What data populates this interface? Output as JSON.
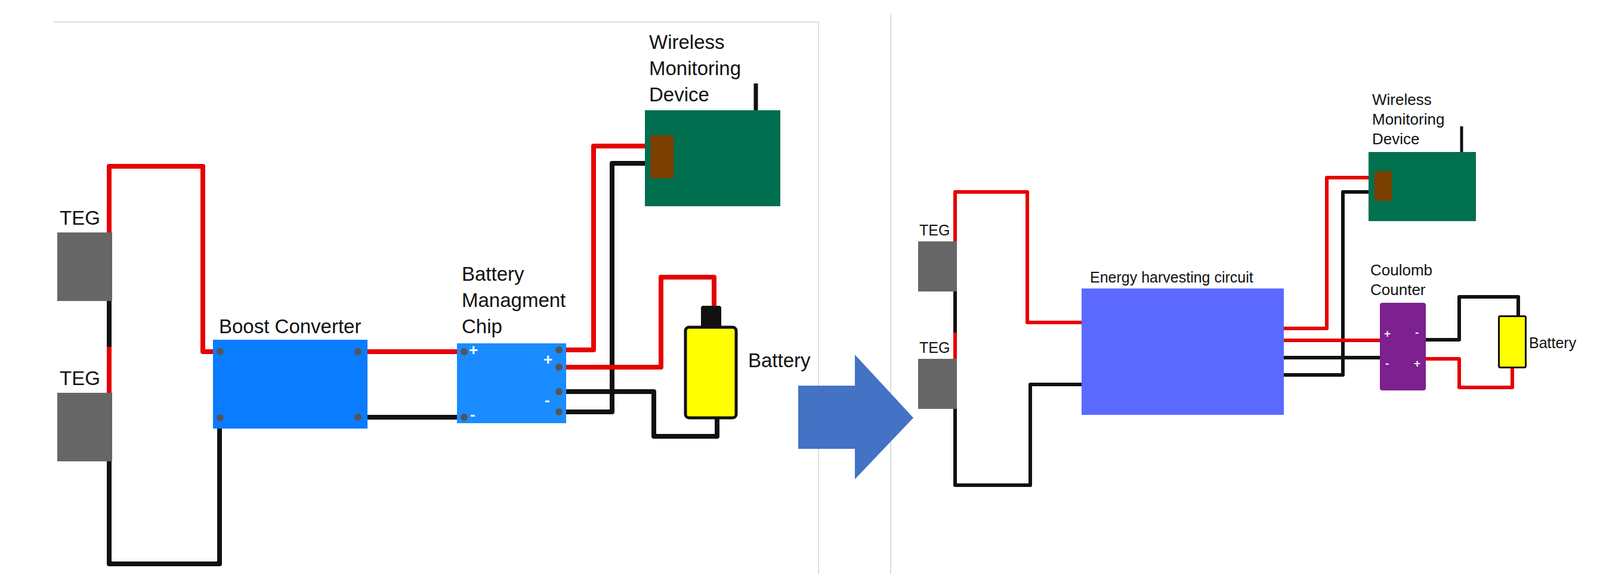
{
  "diagram": {
    "nodes": [
      {
        "text": [
          "TEG"
        ]
      },
      {
        "text": [
          "TEG"
        ]
      },
      {
        "text": [
          "Boost Converter"
        ]
      },
      {
        "text": [
          "Battery Managment Chip"
        ]
      },
      {
        "text": [
          "Wireless Monitoring Device"
        ]
      },
      {
        "text": [
          "Battery"
        ]
      },
      {
        "text": [
          "TEG"
        ]
      },
      {
        "text": [
          "TEG"
        ]
      },
      {
        "text": [
          "Energy harvesting circuit"
        ]
      },
      {
        "text": [
          "Wireless Monitoring Device"
        ]
      },
      {
        "text": [
          "Coulomb Counter"
        ]
      },
      {
        "text": [
          "Battery"
        ]
      }
    ],
    "edges": [
      {
        "from": 0,
        "to": 1,
        "arrow": "none"
      },
      {
        "from": 0,
        "to": 2,
        "arrow": "none"
      },
      {
        "from": 1,
        "to": 2,
        "arrow": "none"
      },
      {
        "from": 2,
        "to": 3,
        "arrow": "none"
      },
      {
        "from": 2,
        "to": 3,
        "arrow": "none"
      },
      {
        "from": 3,
        "to": 4,
        "arrow": "none"
      },
      {
        "from": 3,
        "to": 4,
        "arrow": "none"
      },
      {
        "from": 3,
        "to": 5,
        "arrow": "none"
      },
      {
        "from": 3,
        "to": 5,
        "arrow": "none"
      },
      {
        "from": 6,
        "to": 7,
        "arrow": "none"
      },
      {
        "from": 6,
        "to": 8,
        "arrow": "none"
      },
      {
        "from": 7,
        "to": 8,
        "arrow": "none"
      },
      {
        "from": 8,
        "to": 9,
        "arrow": "none"
      },
      {
        "from": 8,
        "to": 9,
        "arrow": "none"
      },
      {
        "from": 8,
        "to": 10,
        "arrow": "none"
      },
      {
        "from": 8,
        "to": 10,
        "arrow": "none"
      },
      {
        "from": 10,
        "to": 11,
        "arrow": "none"
      },
      {
        "from": 10,
        "to": 11,
        "arrow": "none"
      }
    ],
    "labels": [
      "+",
      "-",
      "+",
      "-",
      "+",
      "-",
      "-",
      "+"
    ]
  }
}
